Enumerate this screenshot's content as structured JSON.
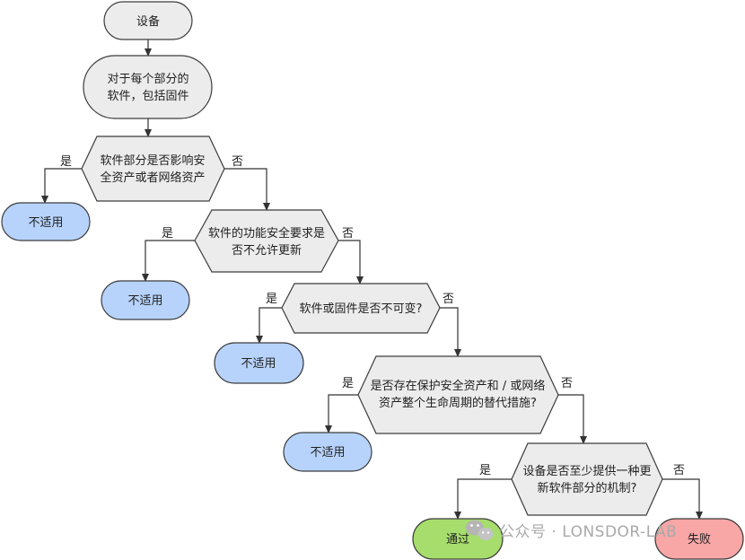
{
  "colors": {
    "start_fill": "#ececec",
    "decision_fill": "#ececec",
    "na_fill": "#b7d3fb",
    "pass_fill": "#a6dd6c",
    "fail_fill": "#f8a6a6",
    "stroke": "#3c3c3c",
    "edge": "#333333"
  },
  "nodes": {
    "start": {
      "lines": [
        "设备"
      ]
    },
    "process": {
      "lines": [
        "对于每个部分的",
        "软件，包括固件"
      ]
    },
    "decision1": {
      "lines": [
        "软件部分是否影响安",
        "全资产或者网络资产"
      ]
    },
    "decision2": {
      "lines": [
        "软件的功能安全要求是",
        "否不允许更新"
      ]
    },
    "decision3": {
      "lines": [
        "软件或固件是否不可变?"
      ]
    },
    "decision4": {
      "lines": [
        "是否存在保护安全资产和 / 或网络",
        "资产整个生命周期的替代措施?"
      ]
    },
    "decision5": {
      "lines": [
        "设备是否至少提供一种更",
        "新软件部分的机制?"
      ]
    },
    "na1": {
      "lines": [
        "不适用"
      ]
    },
    "na2": {
      "lines": [
        "不适用"
      ]
    },
    "na3": {
      "lines": [
        "不适用"
      ]
    },
    "na4": {
      "lines": [
        "不适用"
      ]
    },
    "pass": {
      "lines": [
        "通过"
      ]
    },
    "fail": {
      "lines": [
        "失败"
      ]
    }
  },
  "edge_labels": {
    "yes": "是",
    "no": "否"
  },
  "watermark": {
    "text": "公众号 · LONSDOR-LAB",
    "icon": "wechat-icon"
  }
}
